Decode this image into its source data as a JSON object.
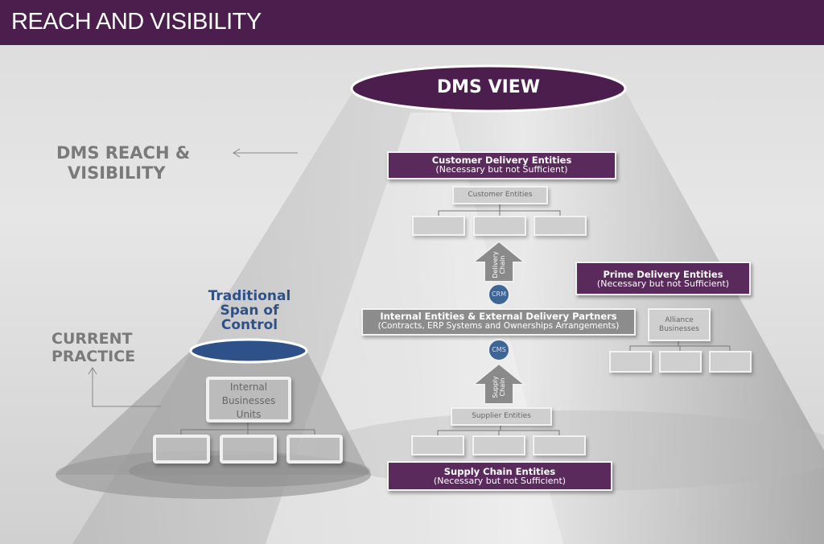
{
  "header": {
    "title": "REACH AND VISIBILITY"
  },
  "dms_view": {
    "label": "DMS VIEW"
  },
  "left_labels": {
    "reach_line1": "DMS REACH &",
    "reach_line2": "VISIBILITY",
    "current_line1": "CURRENT",
    "current_line2": "PRACTICE"
  },
  "traditional": {
    "line1": "Traditional",
    "line2": "Span of",
    "line3": "Control",
    "unit_line1": "Internal",
    "unit_line2": "Businesses",
    "unit_line3": "Units"
  },
  "customer_delivery": {
    "title": "Customer Delivery Entities",
    "subtitle": "(Necessary but not Sufficient)",
    "child": "Customer Entities"
  },
  "delivery_chain": {
    "line1": "Delivery",
    "line2": "Chain"
  },
  "crm": "CRM",
  "internal": {
    "title": "Internal Entities & External Delivery Partners",
    "subtitle": "(Contracts, ERP Systems and Ownerships Arrangements)"
  },
  "cms": "CMS",
  "supply_chain_arrow": {
    "line1": "Supply",
    "line2": "Chain"
  },
  "supplier": {
    "child": "Supplier Entities",
    "title": "Supply Chain Entities",
    "subtitle": "(Necessary but not Sufficient)"
  },
  "prime_delivery": {
    "title": "Prime Delivery Entities",
    "subtitle": "(Necessary but not Sufficient)",
    "child_line1": "Alliance",
    "child_line2": "Businesses"
  },
  "colors": {
    "purple": "#4b1e4d",
    "blue": "#3d6596",
    "gray_text": "#7a7a7a"
  }
}
